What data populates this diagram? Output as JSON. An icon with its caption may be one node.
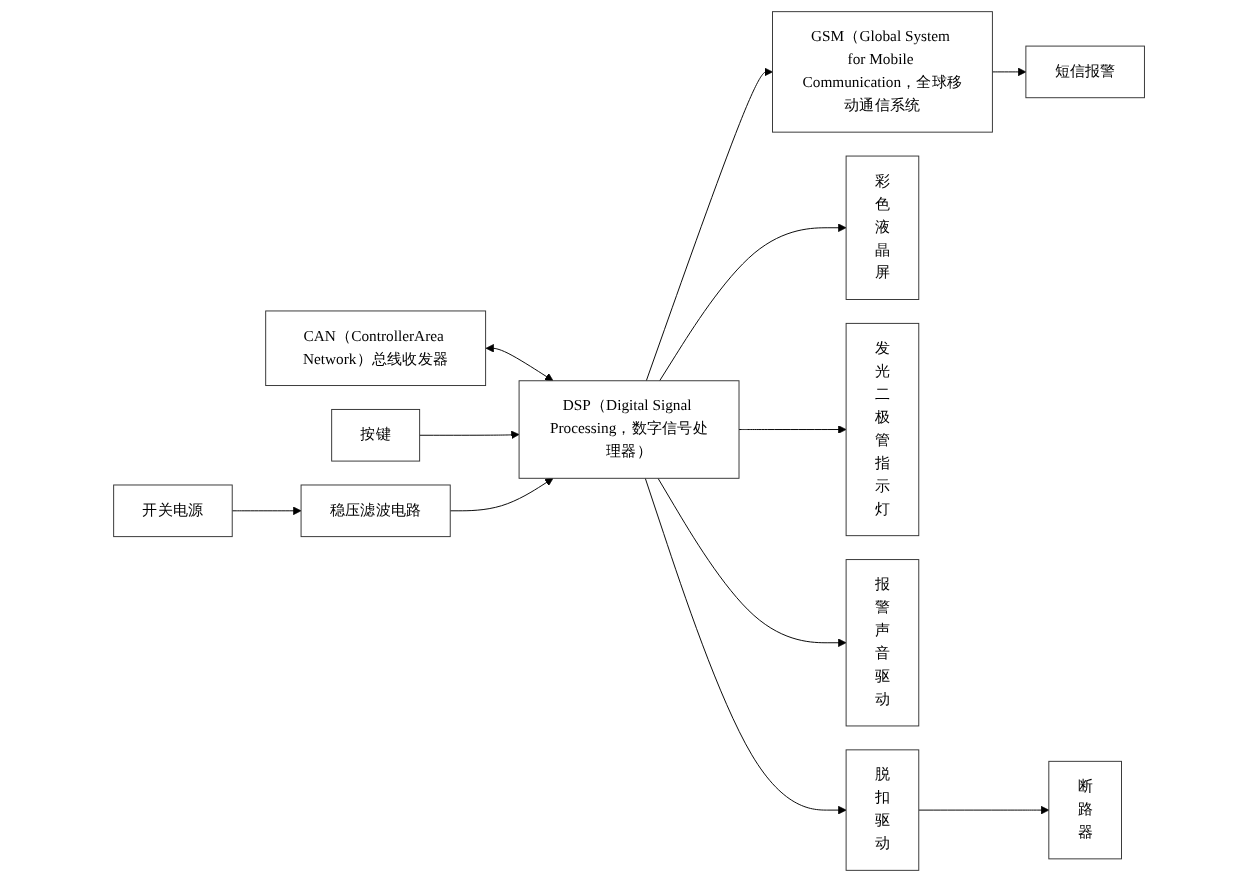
{
  "diagram": {
    "nodes": [
      {
        "text": [
          "CAN（ControllerArea Network）总线收发器"
        ]
      },
      {
        "text": [
          "按键"
        ]
      },
      {
        "text": [
          "DSP（Digital Signal Processing，数字信号处理器）"
        ]
      },
      {
        "text": [
          "GSM（Global System for Mobile Communication，全球移动通信系统"
        ]
      },
      {
        "text": [
          "短信报警"
        ]
      },
      {
        "text": [
          "开关电源"
        ]
      },
      {
        "text": [
          "稳压滤波电路"
        ]
      },
      {
        "text": [
          "彩色液晶屏"
        ]
      },
      {
        "text": [
          "发光二极管指示灯"
        ]
      },
      {
        "text": [
          "报警声音驱动"
        ]
      },
      {
        "text": [
          "脱扣驱动"
        ]
      },
      {
        "text": [
          "断路器"
        ]
      }
    ],
    "edges": [
      {
        "from": 0,
        "to": 2,
        "arrow": "both"
      },
      {
        "from": 1,
        "to": 2,
        "arrow": "to"
      },
      {
        "from": 5,
        "to": 6,
        "arrow": "to"
      },
      {
        "from": 6,
        "to": 2,
        "arrow": "to"
      },
      {
        "from": 2,
        "to": 3,
        "arrow": "to"
      },
      {
        "from": 3,
        "to": 4,
        "arrow": "to"
      },
      {
        "from": 2,
        "to": 7,
        "arrow": "to"
      },
      {
        "from": 2,
        "to": 8,
        "arrow": "to"
      },
      {
        "from": 2,
        "to": 9,
        "arrow": "to"
      },
      {
        "from": 2,
        "to": 10,
        "arrow": "to"
      },
      {
        "from": 10,
        "to": 11,
        "arrow": "to"
      }
    ]
  }
}
